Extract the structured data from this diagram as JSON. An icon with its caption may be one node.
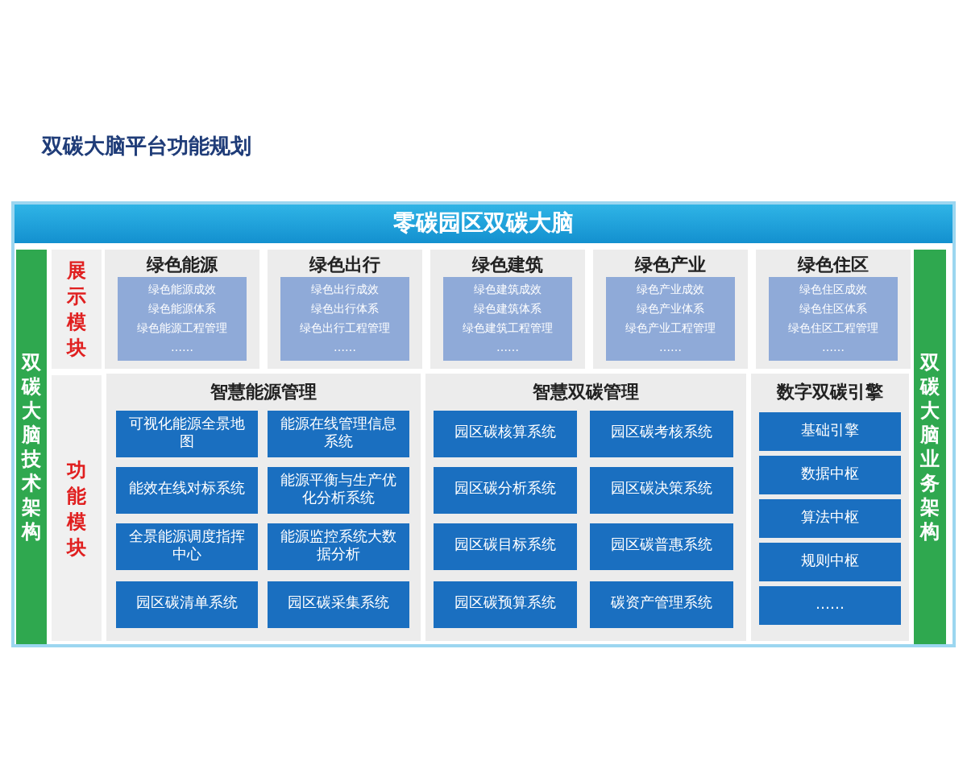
{
  "diagram": {
    "title": "双碳大脑平台功能规划",
    "nodes": [
      {
        "text": [
          "零碳园区双碳大脑"
        ]
      },
      {
        "text": [
          "双碳大脑技术架构"
        ]
      },
      {
        "text": [
          "双碳大脑业务架构"
        ]
      },
      {
        "text": [
          "展示模块"
        ]
      },
      {
        "text": [
          "绿色能源"
        ]
      },
      {
        "text": [
          "绿色能源成效",
          "绿色能源体系",
          "绿色能源工程管理",
          "……"
        ],
        "in": 4
      },
      {
        "text": [
          "绿色出行"
        ]
      },
      {
        "text": [
          "绿色出行成效",
          "绿色出行体系",
          "绿色出行工程管理",
          "……"
        ],
        "in": 6
      },
      {
        "text": [
          "绿色建筑"
        ]
      },
      {
        "text": [
          "绿色建筑成效",
          "绿色建筑体系",
          "绿色建筑工程管理",
          "……"
        ],
        "in": 8
      },
      {
        "text": [
          "绿色产业"
        ]
      },
      {
        "text": [
          "绿色产业成效",
          "绿色产业体系",
          "绿色产业工程管理",
          "……"
        ],
        "in": 10
      },
      {
        "text": [
          "绿色住区"
        ]
      },
      {
        "text": [
          "绿色住区成效",
          "绿色住区体系",
          "绿色住区工程管理",
          "……"
        ],
        "in": 12
      },
      {
        "text": [
          "功能模块"
        ]
      },
      {
        "text": [
          "智慧能源管理"
        ]
      },
      {
        "text": [
          "可视化能源全景地图"
        ],
        "in": 15
      },
      {
        "text": [
          "能源在线管理信息系统"
        ],
        "in": 15
      },
      {
        "text": [
          "能效在线对标系统"
        ],
        "in": 15
      },
      {
        "text": [
          "能源平衡与生产优化分析系统"
        ],
        "in": 15
      },
      {
        "text": [
          "全景能源调度指挥中心"
        ],
        "in": 15
      },
      {
        "text": [
          "能源监控系统大数据分析"
        ],
        "in": 15
      },
      {
        "text": [
          "园区碳清单系统"
        ],
        "in": 15
      },
      {
        "text": [
          "园区碳采集系统"
        ],
        "in": 15
      },
      {
        "text": [
          "智慧双碳管理"
        ]
      },
      {
        "text": [
          "园区碳核算系统"
        ],
        "in": 24
      },
      {
        "text": [
          "园区碳考核系统"
        ],
        "in": 24
      },
      {
        "text": [
          "园区碳分析系统"
        ],
        "in": 24
      },
      {
        "text": [
          "园区碳决策系统"
        ],
        "in": 24
      },
      {
        "text": [
          "园区碳目标系统"
        ],
        "in": 24
      },
      {
        "text": [
          "园区碳普惠系统"
        ],
        "in": 24
      },
      {
        "text": [
          "园区碳预算系统"
        ],
        "in": 24
      },
      {
        "text": [
          "碳资产管理系统"
        ],
        "in": 24
      },
      {
        "text": [
          "数字双碳引擎"
        ]
      },
      {
        "text": [
          "基础引擎"
        ],
        "in": 33
      },
      {
        "text": [
          "数据中枢"
        ],
        "in": 33
      },
      {
        "text": [
          "算法中枢"
        ],
        "in": 33
      },
      {
        "text": [
          "规则中枢"
        ],
        "in": 33
      },
      {
        "text": [
          "……"
        ],
        "in": 33
      }
    ],
    "edges": []
  }
}
